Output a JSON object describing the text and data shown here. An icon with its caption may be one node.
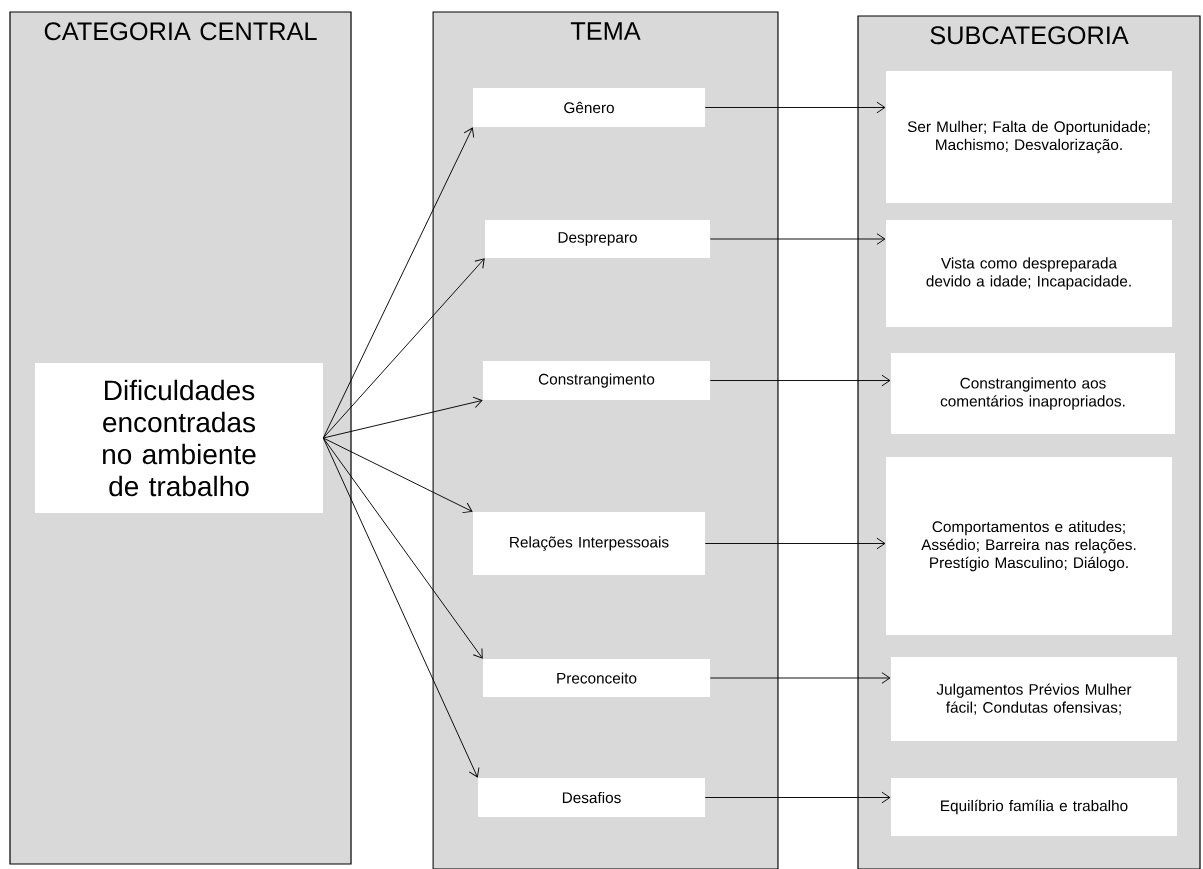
{
  "diagram": {
    "nodes": [
      {
        "text": [
          "CATEGORIA CENTRAL"
        ]
      },
      {
        "text": [
          "Dificuldades encontradas no ambiente de trabalho"
        ],
        "in": 0
      },
      {
        "text": [
          "TEMA"
        ]
      },
      {
        "text": [
          "Gênero"
        ],
        "in": 2
      },
      {
        "text": [
          "Despreparo"
        ],
        "in": 2
      },
      {
        "text": [
          "Constrangimento"
        ],
        "in": 2
      },
      {
        "text": [
          "Relações Interpessoais"
        ],
        "in": 2
      },
      {
        "text": [
          "Preconceito"
        ],
        "in": 2
      },
      {
        "text": [
          "Desafios"
        ],
        "in": 2
      },
      {
        "text": [
          "SUBCATEGORIA"
        ]
      },
      {
        "text": [
          "Ser Mulher; Falta de Oportunidade; Machismo; Desvalorização."
        ],
        "in": 9
      },
      {
        "text": [
          "Vista como despreparada devido a idade; Incapacidade."
        ],
        "in": 9
      },
      {
        "text": [
          "Constrangimento aos comentários inapropriados."
        ],
        "in": 9
      },
      {
        "text": [
          "Comportamentos e atitudes; Assédio; Barreira nas relações. Prestígio Masculino; Diálogo."
        ],
        "in": 9
      },
      {
        "text": [
          "Julgamentos Prévios Mulher fácil; Condutas ofensivas;"
        ],
        "in": 9
      },
      {
        "text": [
          "Equilíbrio família e trabalho"
        ],
        "in": 9
      }
    ],
    "edges": [
      {
        "from": 1,
        "to": 3,
        "arrow": "to"
      },
      {
        "from": 1,
        "to": 4,
        "arrow": "to"
      },
      {
        "from": 1,
        "to": 5,
        "arrow": "to"
      },
      {
        "from": 1,
        "to": 6,
        "arrow": "to"
      },
      {
        "from": 1,
        "to": 7,
        "arrow": "to"
      },
      {
        "from": 1,
        "to": 8,
        "arrow": "to"
      },
      {
        "from": 3,
        "to": 10,
        "arrow": "to"
      },
      {
        "from": 4,
        "to": 11,
        "arrow": "to"
      },
      {
        "from": 5,
        "to": 12,
        "arrow": "to"
      },
      {
        "from": 6,
        "to": 13,
        "arrow": "to"
      },
      {
        "from": 7,
        "to": 14,
        "arrow": "to"
      },
      {
        "from": 8,
        "to": 15,
        "arrow": "to"
      }
    ]
  }
}
